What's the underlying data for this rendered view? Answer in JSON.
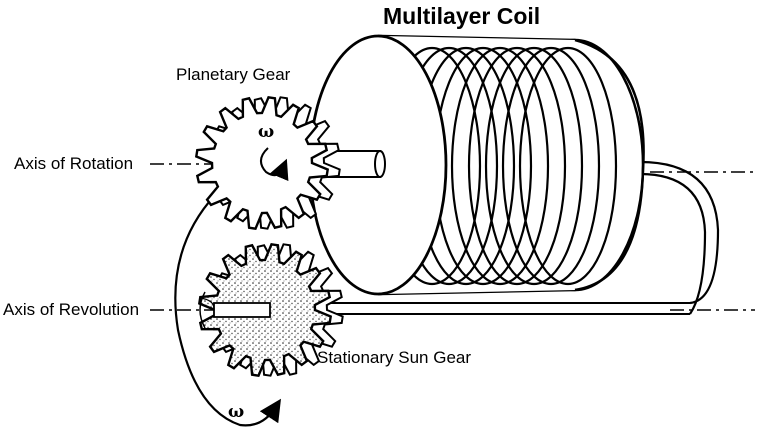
{
  "title": "Multilayer Coil",
  "labels": {
    "planetary_gear": "Planetary Gear",
    "axis_of_rotation": "Axis of Rotation",
    "axis_of_revolution": "Axis of Revolution",
    "stationary_sun_gear": "Stationary Sun Gear",
    "omega_rotation": "ω",
    "omega_revolution": "ω"
  }
}
